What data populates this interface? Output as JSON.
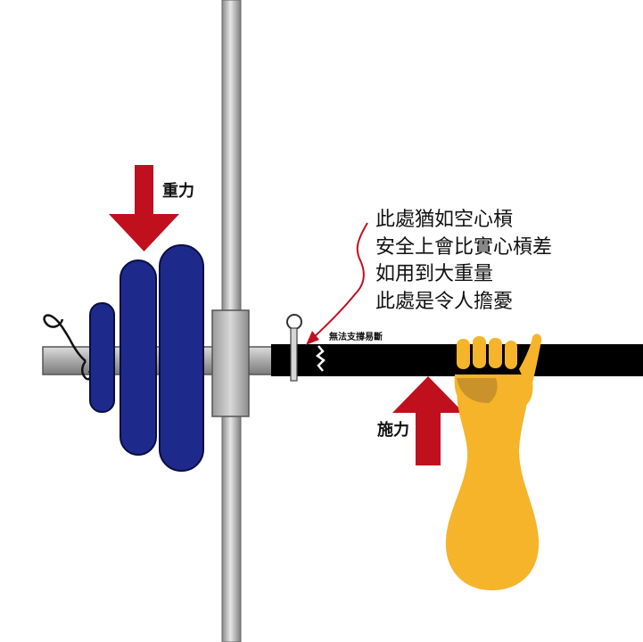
{
  "labels": {
    "gravity": "重力",
    "applied_force": "施力",
    "cannot_support": "無法支撐易斷"
  },
  "note_lines": [
    "此處猶如空心槓",
    "安全上會比實心槓差",
    "如用到大重量",
    "此處是令人擔憂"
  ],
  "colors": {
    "plate_blue": "#1d2a8c",
    "arrow_red": "#c0101e",
    "hand_yellow": "#f5b42a",
    "hand_shadow": "#c9922a",
    "bar_black": "#000000",
    "steel_gray": "#bcbcbc"
  }
}
